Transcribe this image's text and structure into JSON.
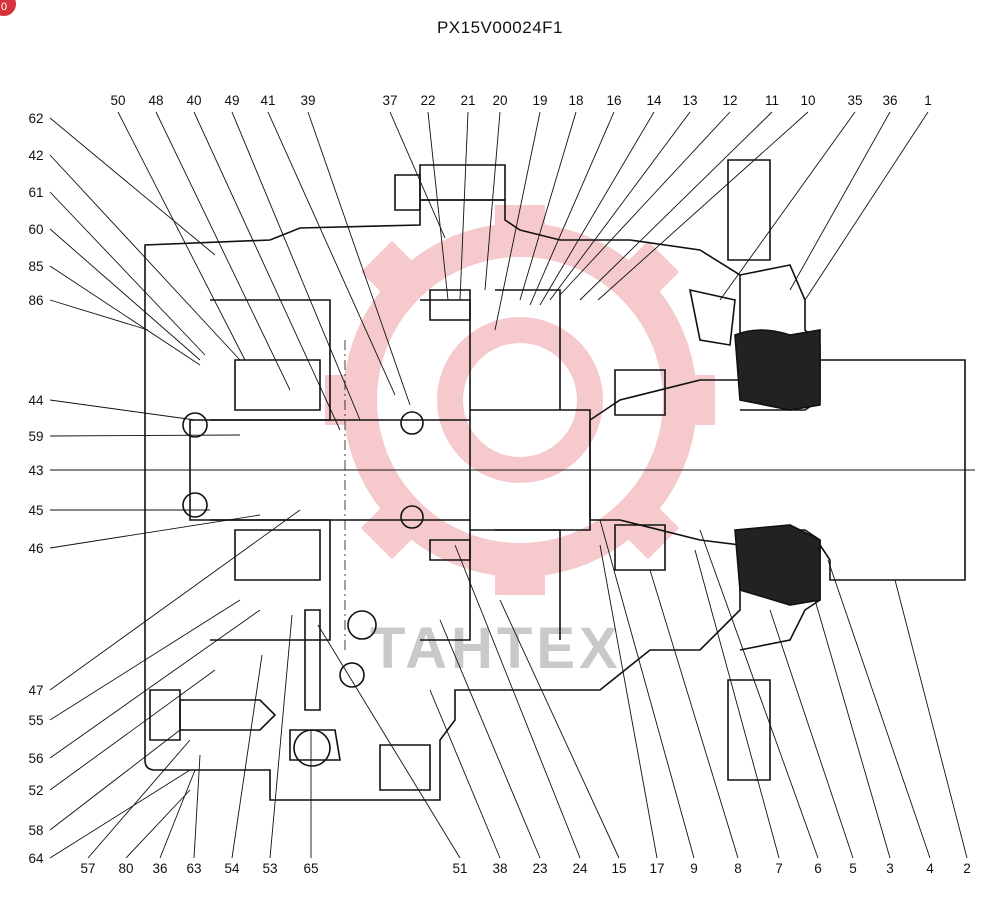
{
  "title": "PX15V00024F1",
  "badge": "0",
  "watermark": "TAHTEX",
  "colors": {
    "ink": "#111111",
    "watermark_red": "#f3b9bd",
    "watermark_gray": "#c9c9c9",
    "badge": "#d6343d"
  },
  "labels_top": [
    "50",
    "48",
    "40",
    "49",
    "41",
    "39",
    "37",
    "22",
    "21",
    "20",
    "19",
    "18",
    "16",
    "14",
    "13",
    "12",
    "11",
    "10",
    "35",
    "36",
    "1"
  ],
  "labels_left": [
    "62",
    "42",
    "61",
    "60",
    "85",
    "86",
    "44",
    "59",
    "43",
    "45",
    "46",
    "47",
    "55",
    "56",
    "52",
    "58",
    "64"
  ],
  "labels_bottom": [
    "57",
    "80",
    "36",
    "63",
    "54",
    "53",
    "65",
    "51",
    "38",
    "23",
    "24",
    "15",
    "17",
    "9",
    "8",
    "7",
    "6",
    "5",
    "3",
    "4",
    "2"
  ]
}
